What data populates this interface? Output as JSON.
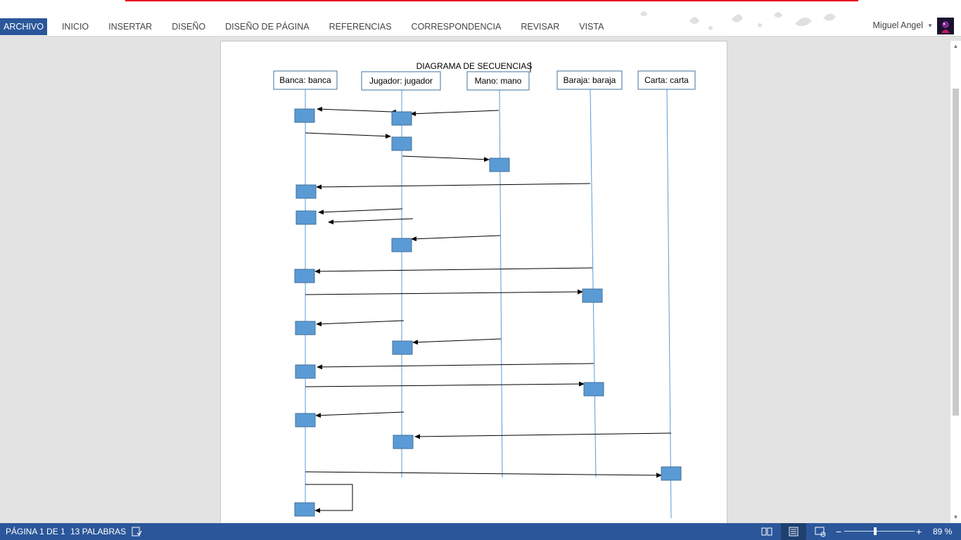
{
  "ribbon": {
    "tabs": [
      "ARCHIVO",
      "INICIO",
      "INSERTAR",
      "DISEÑO",
      "DISEÑO DE PÁGINA",
      "REFERENCIAS",
      "CORRESPONDENCIA",
      "REVISAR",
      "VISTA"
    ],
    "active_tab": "ARCHIVO",
    "user_name": "Miguel Angel",
    "accent": "#2b579a"
  },
  "document": {
    "title": "DIAGRAMA DE SECUENCIAS",
    "lifelines": [
      "Banca: banca",
      "Jugador: jugador",
      "Mano: mano",
      "Baraja: baraja",
      "Carta: carta"
    ],
    "activation_color": "#5b9bd5",
    "lifeline_color": "#5b9bd5"
  },
  "statusbar": {
    "page": "PÁGINA 1 DE 1",
    "words": "13 PALABRAS",
    "zoom": "89 %",
    "zoom_value": 89
  },
  "icons": {
    "proofing": "proofing-icon",
    "read_mode": "read-mode-icon",
    "print_layout": "print-layout-icon",
    "web_layout": "web-layout-icon",
    "zoom_out": "zoom-out-icon",
    "zoom_in": "zoom-in-icon"
  }
}
